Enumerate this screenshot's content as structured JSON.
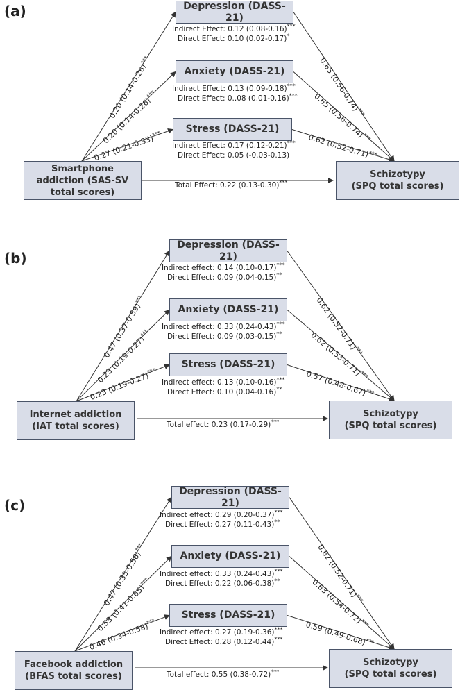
{
  "panels": [
    {
      "label": "(a)",
      "predictor": "Smartphone\naddiction (SAS-SV\ntotal scores)",
      "outcome": "Schizotypy\n(SPQ total scores)",
      "total": {
        "text": "Total Effect: 0.22 (0.13-0.30)",
        "sig": "***"
      },
      "mediators": [
        {
          "name": "Depression (DASS-21)",
          "indirect": {
            "text": "Indirect Effect: 0.12 (0.08-0.16)",
            "sig": "***"
          },
          "direct": {
            "text": "Direct Effect: 0.10 (0.02-0.17)",
            "sig": "*"
          },
          "a_path": {
            "text": "0.20 (0.14-0.26)",
            "sig": "***"
          },
          "b_path": {
            "text": "0.65 (0.56-0.74)",
            "sig": "***"
          }
        },
        {
          "name": "Anxiety (DASS-21)",
          "indirect": {
            "text": "Indirect Effect: 0.13 (0.09-0.18)",
            "sig": "***"
          },
          "direct": {
            "text": "Direct Effect: 0..08 (0.01-0.16)",
            "sig": "***"
          },
          "a_path": {
            "text": "0.20 (0.14-0.26)",
            "sig": "***"
          },
          "b_path": {
            "text": "0.65 (0.56-0.74)",
            "sig": "***"
          }
        },
        {
          "name": "Stress (DASS-21)",
          "indirect": {
            "text": "Indirect Effect: 0.17 (0.12-0.21)",
            "sig": "***"
          },
          "direct": {
            "text": "Direct Effect: 0.05 (-0.03-0.13)",
            "sig": ""
          },
          "a_path": {
            "text": "0.27 (0.21-0.33)",
            "sig": "***"
          },
          "b_path": {
            "text": "0.62 (0.52-0.71)",
            "sig": "***"
          }
        }
      ]
    },
    {
      "label": "(b)",
      "predictor": "Internet addiction\n(IAT total scores)",
      "outcome": "Schizotypy\n(SPQ total scores)",
      "total": {
        "text": "Total effect: 0.23 (0.17-0.29)",
        "sig": "***"
      },
      "mediators": [
        {
          "name": "Depression (DASS-21)",
          "indirect": {
            "text": "Indirect effect: 0.14 (0.10-0.17)",
            "sig": "***"
          },
          "direct": {
            "text": "Direct Effect: 0.09 (0.04-0.15)",
            "sig": "**"
          },
          "a_path": {
            "text": "0.47 (0.37-0.59)",
            "sig": "***"
          },
          "b_path": {
            "text": "0.62 (0.52-0.71)",
            "sig": "***"
          }
        },
        {
          "name": "Anxiety (DASS-21)",
          "indirect": {
            "text": "Indirect effect: 0.33 (0.24-0.43)",
            "sig": "***"
          },
          "direct": {
            "text": "Direct Effect: 0.09 (0.03-0.15)",
            "sig": "**"
          },
          "a_path": {
            "text": "0.23 (0.19-0.27)",
            "sig": "***"
          },
          "b_path": {
            "text": "0.62 (0.53-0.71)",
            "sig": "***"
          }
        },
        {
          "name": "Stress (DASS-21)",
          "indirect": {
            "text": "Indirect effect: 0.13 (0.10-0.16)",
            "sig": "***"
          },
          "direct": {
            "text": "Direct Effect: 0.10 (0.04-0.16)",
            "sig": "**"
          },
          "a_path": {
            "text": "0.23 (0.19-0.27)",
            "sig": "***"
          },
          "b_path": {
            "text": "0.57 (0.48-0.67)",
            "sig": "***"
          }
        }
      ]
    },
    {
      "label": "(c)",
      "predictor": "Facebook addiction\n(BFAS total scores)",
      "outcome": "Schizotypy\n(SPQ total scores)",
      "total": {
        "text": "Total effect: 0.55 (0.38-0.72)",
        "sig": "***"
      },
      "mediators": [
        {
          "name": "Depression (DASS-21)",
          "indirect": {
            "text": "Indirect effect: 0.29 (0.20-0.37)",
            "sig": "***"
          },
          "direct": {
            "text": "Direct Effect: 0.27 (0.11-0.43)",
            "sig": "**"
          },
          "a_path": {
            "text": "0.47 (0.35-0.56)",
            "sig": "***"
          },
          "b_path": {
            "text": "0.62 (0.52-0.71)",
            "sig": "***"
          }
        },
        {
          "name": "Anxiety (DASS-21)",
          "indirect": {
            "text": "Indirect effect: 0.33 (0.24-0.43)",
            "sig": "***"
          },
          "direct": {
            "text": "Direct Effect: 0.22 (0.06-0.38)",
            "sig": "**"
          },
          "a_path": {
            "text": "0.53 (0.41-0.65)",
            "sig": "***"
          },
          "b_path": {
            "text": "0.63 (0.54-0.72)",
            "sig": "***"
          }
        },
        {
          "name": "Stress (DASS-21)",
          "indirect": {
            "text": "Indirect effect: 0.27 (0.19-0.36)",
            "sig": "***"
          },
          "direct": {
            "text": "Direct Effect: 0.28 (0.12-0.44)",
            "sig": "***"
          },
          "a_path": {
            "text": "0.46 (0.34-0.58)",
            "sig": "***"
          },
          "b_path": {
            "text": "0.59 (0.49-0.68)",
            "sig": "***"
          }
        }
      ]
    }
  ]
}
